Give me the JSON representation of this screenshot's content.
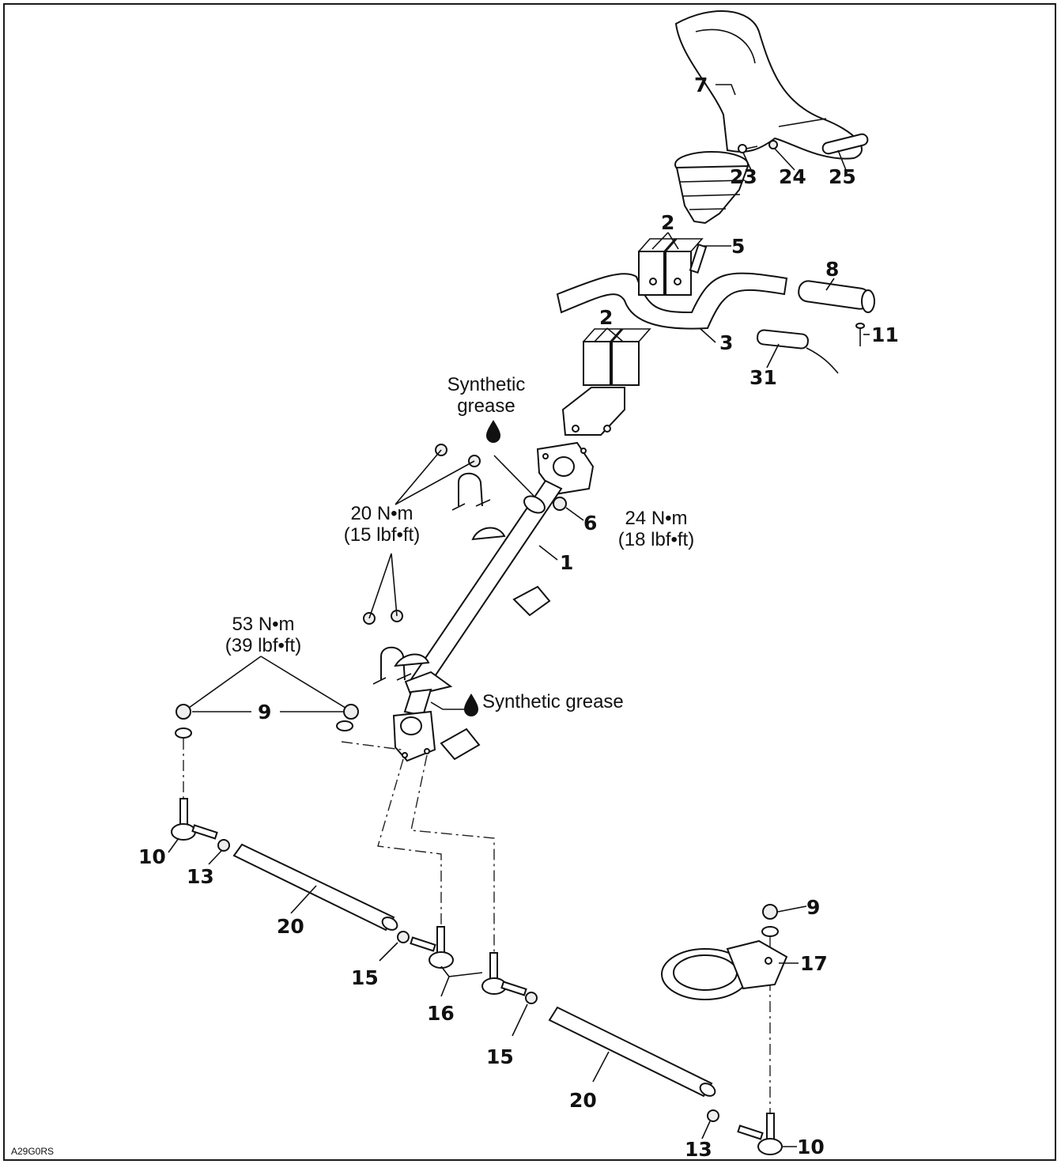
{
  "figure_code": "A29G0RS",
  "callouts": [
    "7",
    "23",
    "24",
    "25",
    "2",
    "5",
    "8",
    "3",
    "2",
    "11",
    "31",
    "6",
    "1",
    "9",
    "10",
    "13",
    "20",
    "15",
    "16",
    "15",
    "20",
    "9",
    "17",
    "13",
    "10"
  ],
  "torques": {
    "upper_clamp": {
      "metric": "20 N•m",
      "imperial": "(15 lbf•ft)"
    },
    "flange_nut": {
      "metric": "24 N•m",
      "imperial": "(18 lbf•ft)"
    },
    "tie_rod_nut": {
      "metric": "53 N•m",
      "imperial": "(39 lbf•ft)"
    }
  },
  "grease_upper": {
    "line1": "Synthetic",
    "line2": "grease"
  },
  "grease_lower": "Synthetic grease",
  "icons": [
    "grease-drop-icon"
  ]
}
